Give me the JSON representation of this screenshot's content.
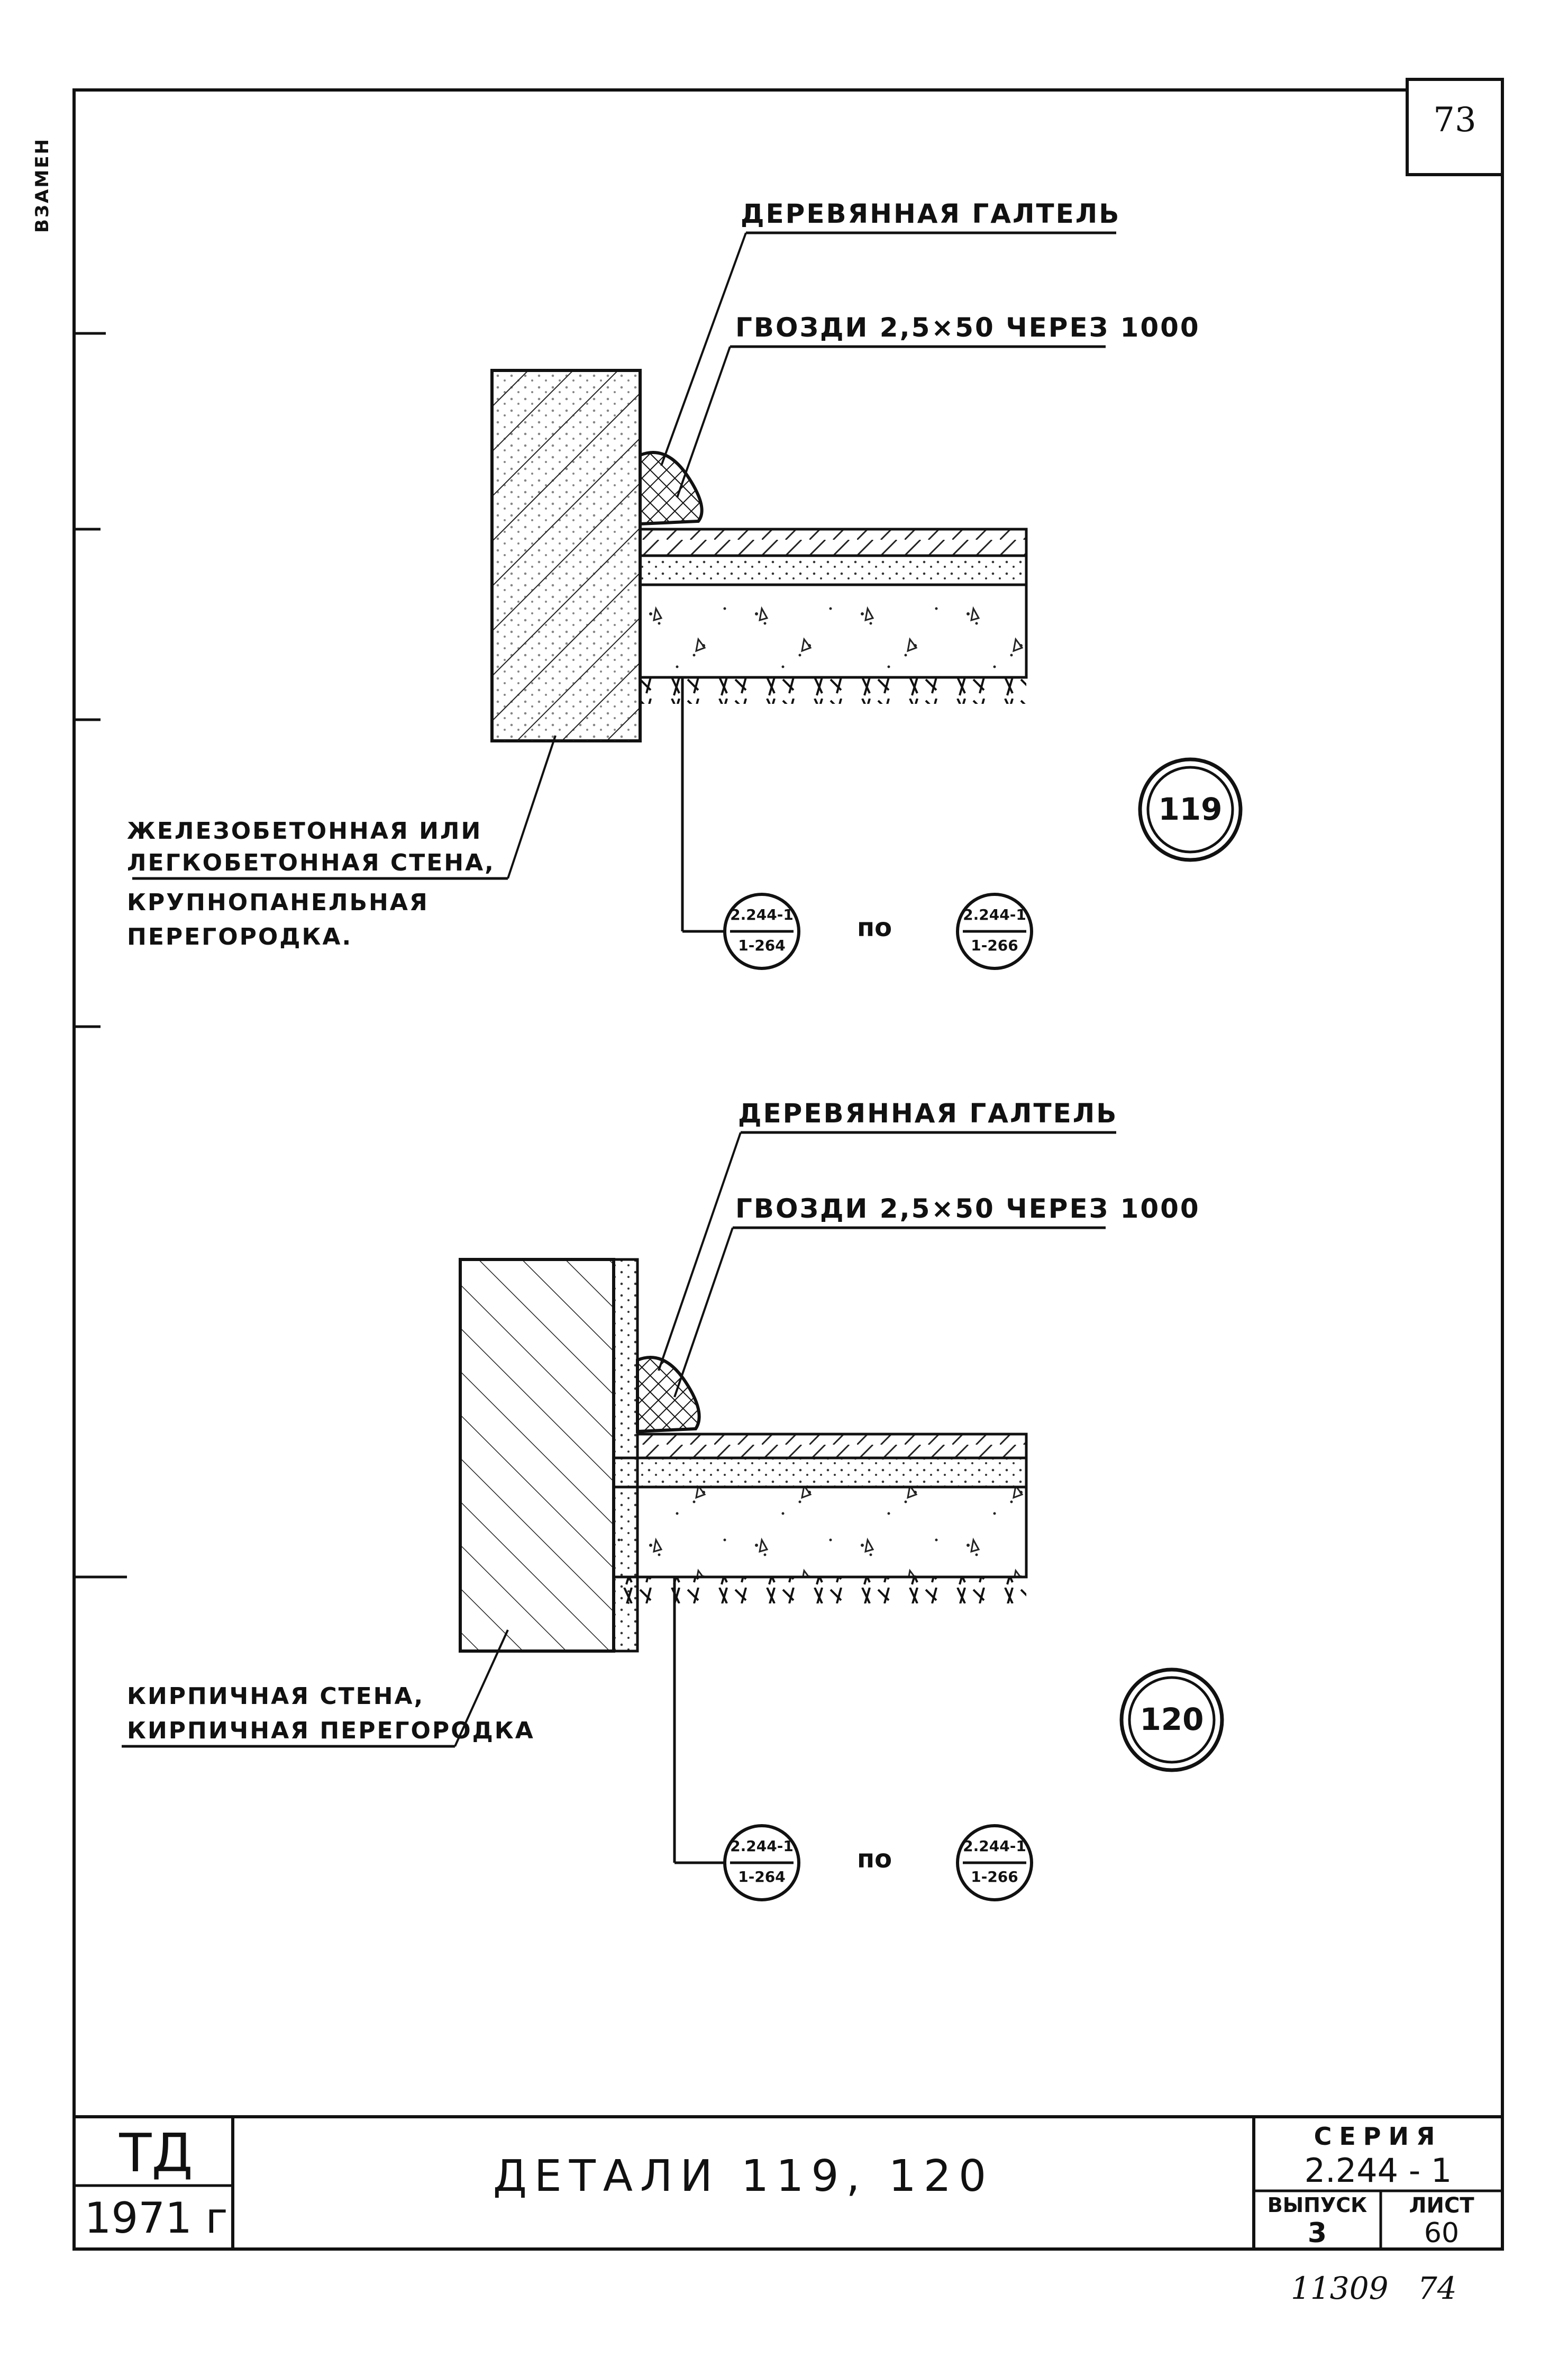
{
  "sheet_number": "73",
  "side_note": "ВЗАМЕН",
  "detail_119": {
    "label_top": "ДЕРЕВЯННАЯ ГАЛТЕЛЬ",
    "label_nails": "ГВОЗДИ 2,5×50 ЧЕРЕЗ 1000",
    "wall_label_1": "ЖЕЛЕЗОБЕТОННАЯ ИЛИ",
    "wall_label_2": "ЛЕГКОБЕТОННАЯ СТЕНА,",
    "wall_label_3": "КРУПНОПАНЕЛЬНАЯ",
    "wall_label_4": "ПЕРЕГОРОДКА.",
    "marker": "119",
    "ref_from_top": "2.244-1",
    "ref_from_bottom": "1-264",
    "ref_word": "по",
    "ref_to_top": "2.244-1",
    "ref_to_bottom": "1-266"
  },
  "detail_120": {
    "label_top": "ДЕРЕВЯННАЯ ГАЛТЕЛЬ",
    "label_nails": "ГВОЗДИ 2,5×50 ЧЕРЕЗ 1000",
    "wall_label_1": "КИРПИЧНАЯ СТЕНА,",
    "wall_label_2": "КИРПИЧНАЯ ПЕРЕГОРОДКА",
    "marker": "120",
    "ref_from_top": "2.244-1",
    "ref_from_bottom": "1-264",
    "ref_word": "по",
    "ref_to_top": "2.244-1",
    "ref_to_bottom": "1-266"
  },
  "title_block": {
    "org": "ТД",
    "year": "1971 г",
    "title": "ДЕТАЛИ 119, 120",
    "series_label": "СЕРИЯ",
    "series_value": "2.244 - 1",
    "issue_label": "ВЫПУСК",
    "issue_value": "3",
    "sheet_label": "ЛИСТ",
    "sheet_value": "60"
  },
  "footer_note": "11309   74"
}
